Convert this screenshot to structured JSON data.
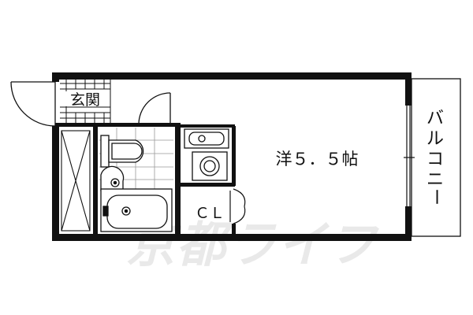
{
  "floorplan": {
    "rooms": {
      "entrance": "玄関",
      "western_room": "洋５．５帖",
      "closet": "ＣＬ",
      "balcony": "バルコニー"
    },
    "watermark": "京都ライフ"
  }
}
